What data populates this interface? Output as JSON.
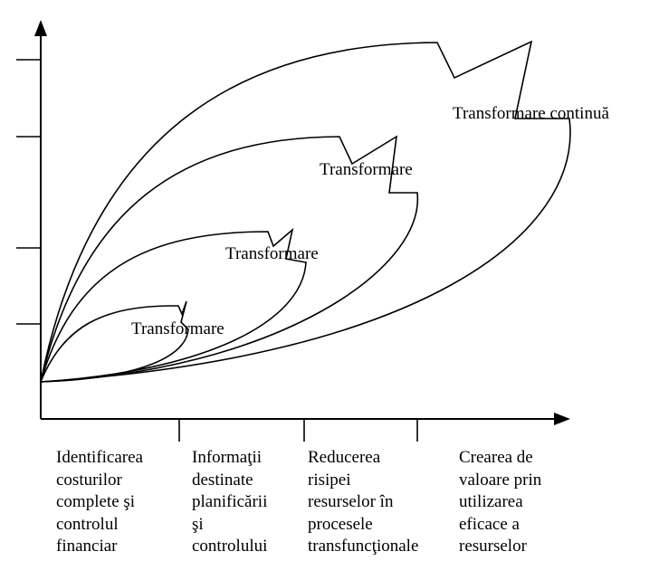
{
  "curves": [
    {
      "label": "Transformare"
    },
    {
      "label": "Transformare"
    },
    {
      "label": "Transformare"
    },
    {
      "label": "Transformare continuă"
    }
  ],
  "stages": [
    {
      "lines": [
        "Identificarea",
        "costurilor",
        "complete şi",
        "controlul",
        "financiar"
      ]
    },
    {
      "lines": [
        "Informaţii",
        "destinate",
        "planificării",
        "şi",
        "controlului"
      ]
    },
    {
      "lines": [
        "Reducerea",
        "risipei",
        "resurselor în",
        "procesele",
        "transfuncţionale"
      ]
    },
    {
      "lines": [
        "Crearea de",
        "valoare prin",
        "utilizarea",
        "eficace a",
        "resurselor"
      ]
    }
  ]
}
